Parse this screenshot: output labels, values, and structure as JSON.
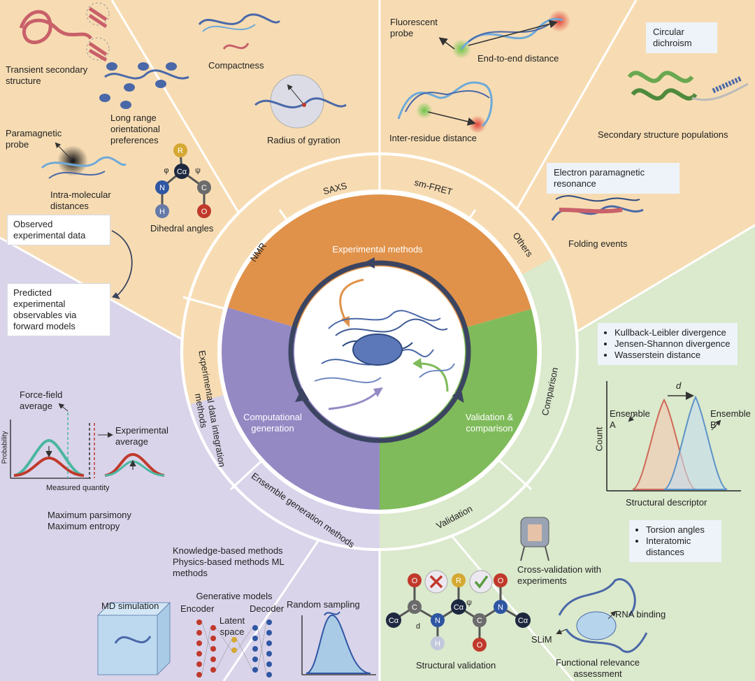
{
  "labels": {
    "transient": "Transient secondary structure",
    "longrange": "Long range orientational preferences",
    "paramagnetic": "Paramagnetic probe",
    "intramolecular": "Intra-molecular distances",
    "dihedral": "Dihedral angles",
    "compactness": "Compactness",
    "gyration": "Radius of gyration",
    "fluorescent": "Fluorescent probe",
    "endtoend": "End-to-end distance",
    "interresidue": "Inter-residue distance",
    "cd": "Circular dichroism",
    "secondary_pop": "Secondary structure populations",
    "epr": "Electron paramagnetic resonance",
    "folding": "Folding events",
    "observed": "Observed experimental data",
    "predicted": "Predicted experimental observables via forward models",
    "forcefield_avg": "Force-field average",
    "experimental_avg": "Experimental average",
    "probability": "Probability",
    "measured": "Measured quantity",
    "max_methods": "Maximum parsimony Maximum entropy",
    "methods": "Knowledge-based methods Physics-based methods ML methods",
    "md": "MD simulation",
    "generative": "Generative models",
    "encoder": "Encoder",
    "decoder": "Decoder",
    "latent": "Latent space",
    "random": "Random sampling",
    "crossval": "Cross-validation with experiments",
    "rna": "RNA binding",
    "slim": "SLiM",
    "structural_validation": "Structural validation",
    "functional": "Functional relevance assessment"
  },
  "ring": {
    "nmr": "NMR",
    "saxs": "SAXS",
    "smfret": "sm-FRET",
    "others": "Others",
    "integration": "Experimental data integration methods",
    "ensemble_gen": "Ensemble generation methods",
    "validation": "Validation",
    "comparison": "Comparison"
  },
  "segments": {
    "experimental": "Experimental methods",
    "computational": "Computational generation",
    "validation": "Validation & comparison"
  },
  "divergences": [
    "Kullback-Leibler divergence",
    "Jensen-Shannon divergence",
    "Wasserstein distance"
  ],
  "descriptor": {
    "d": "d",
    "ensemble_a": "Ensemble A",
    "ensemble_b": "Ensemble B",
    "count": "Count",
    "xlabel": "Structural descriptor"
  },
  "torsion": [
    "Torsion angles",
    "Interatomic distances"
  ],
  "colors": {
    "experimental": "#e0924a",
    "computational": "#9589c4",
    "validation": "#7fbb5a",
    "cycle": "#3b4461"
  }
}
